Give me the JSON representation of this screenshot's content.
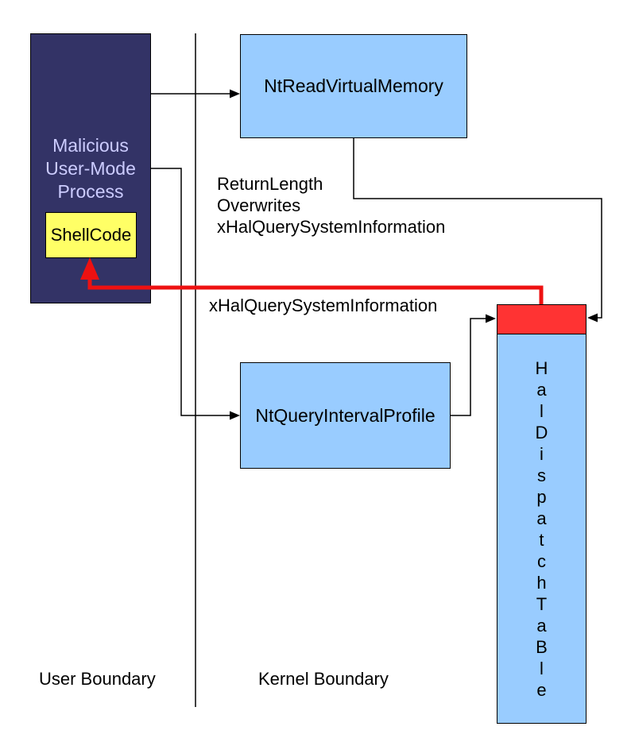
{
  "diagram": {
    "boxes": {
      "malicious_process": {
        "label": "Malicious\nUser-Mode\nProcess"
      },
      "shellcode": {
        "label": "ShellCode"
      },
      "nt_read_virtual_memory": {
        "label": "NtReadVirtualMemory"
      },
      "nt_query_interval_profile": {
        "label": "NtQueryIntervalProfile"
      },
      "hal_dispatch_table": {
        "label": "HalDispatchTaBle",
        "letters_vertical": "H\na\nl\nD\ni\ns\np\na\nt\nc\nh\nT\na\nB\nl\ne"
      }
    },
    "annotations": {
      "return_length_note": "ReturnLength\nOverwrites\nxHalQuerySystemInformation",
      "red_arrow_label": "xHalQuerySystemInformation"
    },
    "boundaries": {
      "user_label": "User Boundary",
      "kernel_label": "Kernel Boundary"
    }
  },
  "colors": {
    "navy": "#333366",
    "lightblue": "#99CCFF",
    "yellow": "#FFFF66",
    "redbox": "#FF3333",
    "redline": "#EE1111",
    "lavender": "#CCCCFF"
  }
}
